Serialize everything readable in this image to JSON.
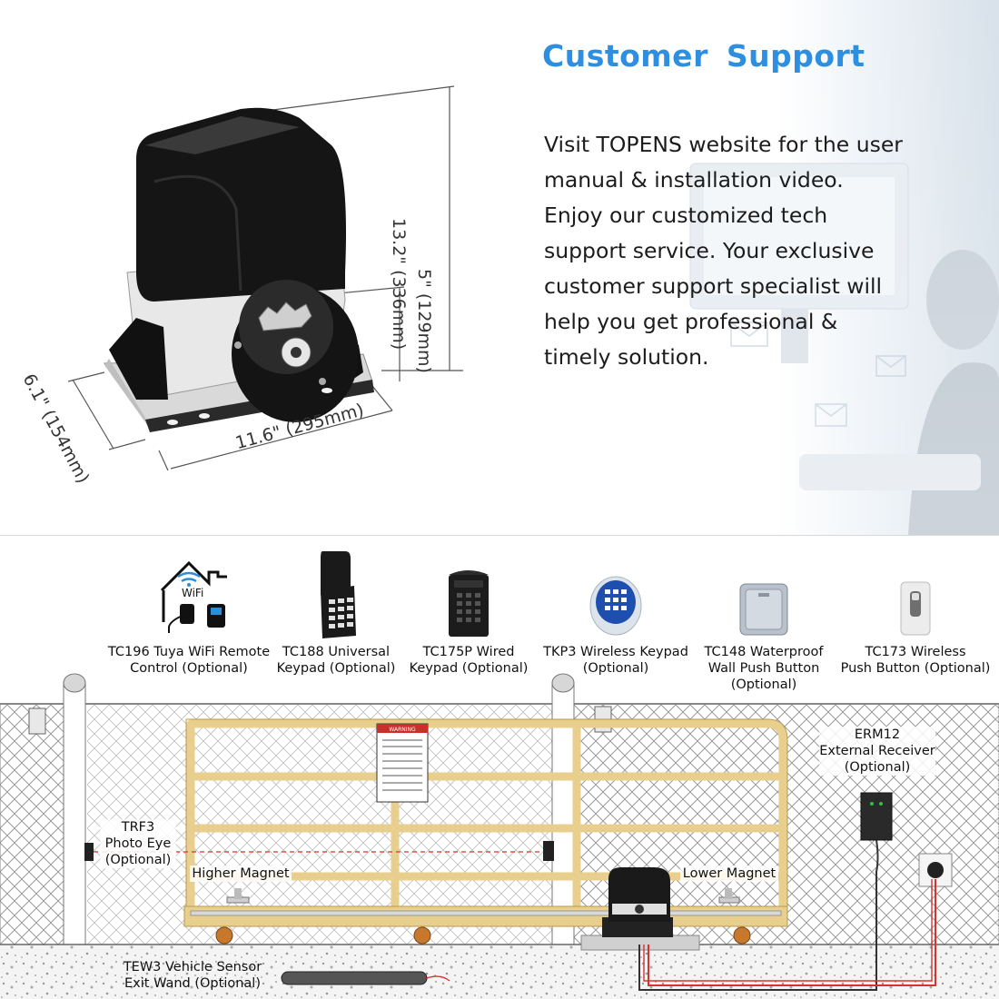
{
  "header": {
    "title": "Customer  Support"
  },
  "support_text": {
    "lines": [
      "Visit TOPENS website for the user",
      "manual & installation video.",
      "Enjoy our customized tech",
      "support service. Your exclusive",
      "customer support specialist will",
      "help you get professional &",
      "timely solution."
    ]
  },
  "dimensions": {
    "height": "13.2\" (336mm)",
    "gear_height": "5\" (129mm)",
    "depth": "6.1\" (154mm)",
    "width": "11.6\" (295mm)"
  },
  "accessories": [
    {
      "line1": "TC196 Tuya WiFi Remote",
      "line2": "Control (Optional)",
      "line3": ""
    },
    {
      "line1": "TC188 Universal",
      "line2": "Keypad (Optional)",
      "line3": ""
    },
    {
      "line1": "TC175P Wired",
      "line2": "Keypad (Optional)",
      "line3": ""
    },
    {
      "line1": "TKP3 Wireless Keypad",
      "line2": "(Optional)",
      "line3": ""
    },
    {
      "line1": "TC148 Waterproof",
      "line2": "Wall Push Button",
      "line3": "(Optional)"
    },
    {
      "line1": "TC173 Wireless",
      "line2": "Push Button (Optional)",
      "line3": ""
    }
  ],
  "wifi_label": "WiFi",
  "scene": {
    "receiver": {
      "line1": "ERM12",
      "line2": "External Receiver",
      "line3": "(Optional)"
    },
    "photo_eye": {
      "line1": "TRF3",
      "line2": "Photo Eye",
      "line3": "(Optional)"
    },
    "higher_magnet": "Higher Magnet",
    "lower_magnet": "Lower Magnet",
    "vehicle_sensor": {
      "line1": "TEW3 Vehicle Sensor",
      "line2": "Exit Wand (Optional)"
    },
    "warning_sign": "WARNING"
  },
  "colors": {
    "title_blue": "#2e8fe0",
    "gate_yellow": "#e8cf8e",
    "wire_red": "#d8322e"
  }
}
